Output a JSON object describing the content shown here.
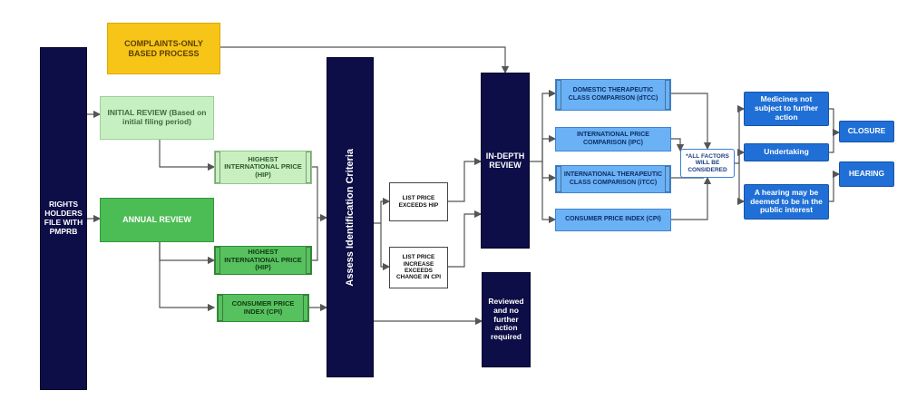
{
  "nodes": {
    "rights_holders": "RIGHTS HOLDERS FILE WITH PMPRB",
    "complaints": "COMPLAINTS-ONLY BASED PROCESS",
    "initial_review": "INITIAL REVIEW (Based on initial filing period)",
    "hip_1": "HIGHEST INTERNATIONAL PRICE (HIP)",
    "annual_review": "ANNUAL REVIEW",
    "hip_2": "HIGHEST INTERNATIONAL PRICE (HIP)",
    "cpi_green": "CONSUMER PRICE INDEX (CPI)",
    "assess": "Assess Identification Criteria",
    "list_price_hip": "LIST PRICE EXCEEDS HIP",
    "list_price_cpi": "LIST PRICE INCREASE EXCEEDS CHANGE IN CPI",
    "in_depth": "IN-DEPTH REVIEW",
    "reviewed": "Reviewed and no further action required",
    "dtcc": "DOMESTIC THERAPEUTIC CLASS COMPARISON (dTCC)",
    "ipc": "INTERNATIONAL PRICE COMPARISON (IPC)",
    "itcc": "INTERNATIONAL THERAPEUTIC CLASS COMPARISON (iTCC)",
    "cpi_blue": "CONSUMER PRICE INDEX (CPI)",
    "all_factors": "*ALL FACTORS WILL BE CONSIDERED",
    "medicines_not_subject": "Medicines not subject to further action",
    "undertaking": "Undertaking",
    "hearing_deemed": "A hearing may be deemed to be in the public interest",
    "closure": "CLOSURE",
    "hearing": "HEARING"
  },
  "colors": {
    "navy": "#0d0d47",
    "yellow": "#f7c518",
    "light_green": "#c7f0c2",
    "green": "#4cbc55",
    "light_blue": "#6bb1f5",
    "blue": "#1f6fd6",
    "connector": "#555555"
  }
}
